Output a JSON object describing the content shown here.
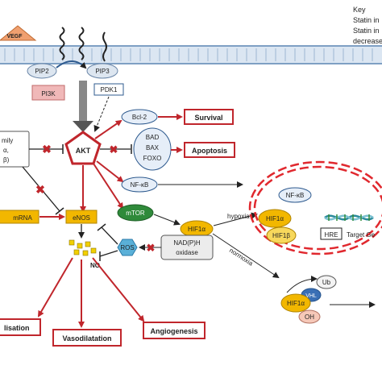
{
  "key": {
    "title": "Key",
    "line1": "Statin in",
    "line2": "Statin in",
    "line3": "decrease"
  },
  "membrane": {
    "vegf": "VEGF",
    "pip2": "PIP2",
    "pip3": "PIP3"
  },
  "kinases": {
    "pi3k": "PI3K",
    "pdk1": "PDK1",
    "akt": "AKT"
  },
  "left_box": {
    "line1": "mily",
    "line2": "α,",
    "line3": "β)"
  },
  "targets": {
    "bcl2": "Bcl-2",
    "bad": "BAD",
    "bax": "BAX",
    "foxo": "FOXO",
    "nfkb": "NF-κB",
    "mtor": "mTOR",
    "hif1a": "HIF1α",
    "enos": "eNOS",
    "mrna": "mRNA",
    "ros": "ROS",
    "nadph_line1": "NAD(P)H",
    "nadph_line2": "oxidase",
    "no": "NO"
  },
  "nucleus": {
    "nfkb": "NF-κB",
    "hif1a": "HIF1α",
    "hif1b": "HIF1β",
    "hre": "HRE",
    "target_gene": "Target Ge"
  },
  "degradation": {
    "ub": "Ub",
    "vhl": "VHL",
    "hif1a": "HIF1α",
    "oh": "OH"
  },
  "conditions": {
    "hypoxia": "hypoxia",
    "normoxia": "normoxia"
  },
  "outcomes": {
    "survival": "Survival",
    "apoptosis": "Apoptosis",
    "angiogenesis": "Angiogenesis",
    "vasodilatation": "Vasodilatation",
    "left_cut": "lisation"
  },
  "colors": {
    "membrane": "#7fa0c4",
    "akt": "#c0262c",
    "box_blue": "#2f5b8f",
    "pill_blue_fill": "#e6eef8",
    "mtor": "#2f8a3a",
    "hif": "#f2b700",
    "ros": "#5ab0d8",
    "vegf": "#f0a070",
    "pi3k": "#f0b8b8",
    "inhibit_x": "#c0262c"
  }
}
